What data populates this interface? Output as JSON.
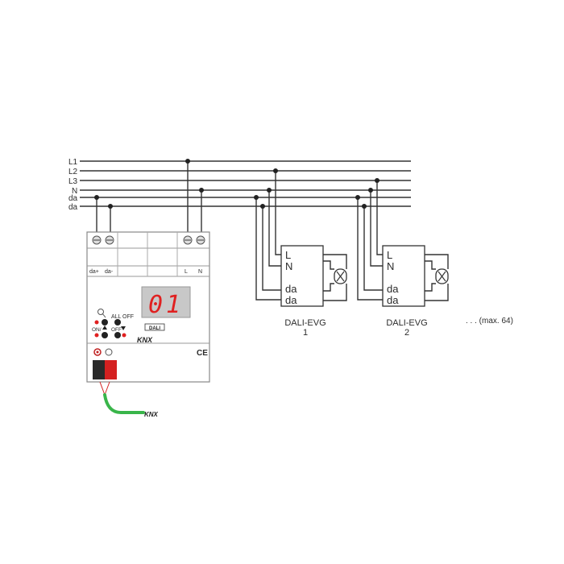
{
  "bus_lines": [
    "L1",
    "L2",
    "L3",
    "N",
    "da",
    "da"
  ],
  "gateway": {
    "terminal_labels": [
      "da+",
      "da-",
      "L",
      "N"
    ],
    "display_value": "01",
    "button_labels": {
      "all": "ALL",
      "off_top": "OFF",
      "on": "ON/",
      "off": "OFF"
    },
    "dali_logo": "DALI",
    "knx_logo": "KNX",
    "ce_mark": "CE"
  },
  "ballasts": [
    {
      "title": "DALI-EVG",
      "number": "1",
      "terminals": [
        "L",
        "N",
        "da",
        "da"
      ]
    },
    {
      "title": "DALI-EVG",
      "number": "2",
      "terminals": [
        "L",
        "N",
        "da",
        "da"
      ]
    }
  ],
  "more_note": ". . . (max. 64)",
  "knx_cable_logo": "KNX"
}
